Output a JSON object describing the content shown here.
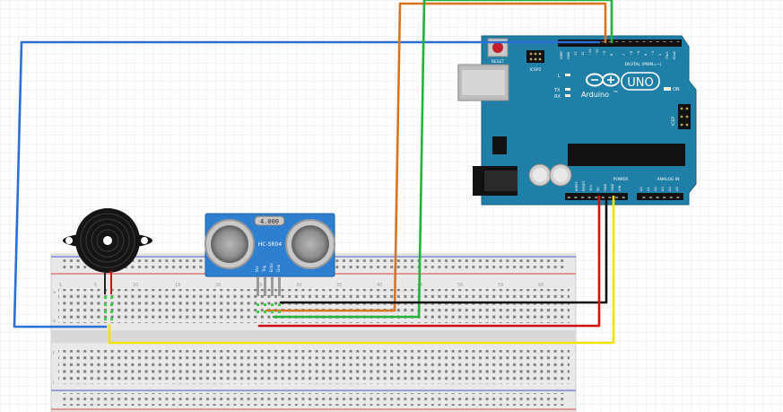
{
  "arduino": {
    "reset_label": "RESET",
    "icsp2_label": "ICSP2",
    "icsp_label": "ICSP",
    "digital_label": "DIGITAL (PWM=~)",
    "brand": "Arduino",
    "tm": "TM",
    "model": "UNO",
    "on_label": "ON",
    "led_l": "L",
    "led_tx": "TX",
    "led_rx": "RX",
    "aref": "AREF",
    "gnd": "GND",
    "pin_13": "13",
    "pin_12": "12",
    "pin_11": "~11",
    "pin_10": "~10",
    "pin_9": "~9",
    "pin_8": "8",
    "pin_7": "7",
    "pin_6": "~6",
    "pin_5": "~5",
    "pin_4": "4",
    "pin_3": "~3",
    "pin_2": "2",
    "pin_tx": "TX▸1",
    "pin_rx": "RX◂0",
    "power_label": "POWER",
    "analog_label": "ANALOG IN",
    "p_ioref": "IOREF",
    "p_reset": "RESET",
    "p_3v3": "3V3",
    "p_5v": "5V",
    "p_gnd1": "GND",
    "p_gnd2": "GND",
    "p_vin": "VIN",
    "a0": "A0",
    "a1": "A1",
    "a2": "A2",
    "a3": "A3",
    "a4": "A4",
    "a5": "A5"
  },
  "sensor": {
    "crystal": "4.000",
    "model": "HC-SR04",
    "pin_vcc": "Vcc",
    "pin_trig": "Trig",
    "pin_echo": "Echo",
    "pin_gnd": "Gnd"
  },
  "breadboard": {
    "row_top_a": "a",
    "row_top_b": "b",
    "row_top_c": "c",
    "row_top_d": "d",
    "row_top_e": "e",
    "row_bot_f": "f",
    "row_bot_g": "g",
    "row_bot_h": "h",
    "row_bot_i": "i",
    "row_bot_j": "j",
    "col_1": "1",
    "col_5": "5",
    "col_10": "10",
    "col_15": "15",
    "col_20": "20",
    "col_25": "25",
    "col_30": "30",
    "col_35": "35",
    "col_40": "40",
    "col_45": "45",
    "col_50": "50",
    "col_55": "55",
    "col_60": "60"
  },
  "wire_colors": {
    "blue": "#2b6fd6",
    "orange": "#d9731f",
    "green": "#22b33a",
    "black": "#111111",
    "red": "#d01010",
    "yellow": "#f2e300"
  },
  "board_color": "#1f7fa6",
  "sensor_color": "#2f7fd0"
}
